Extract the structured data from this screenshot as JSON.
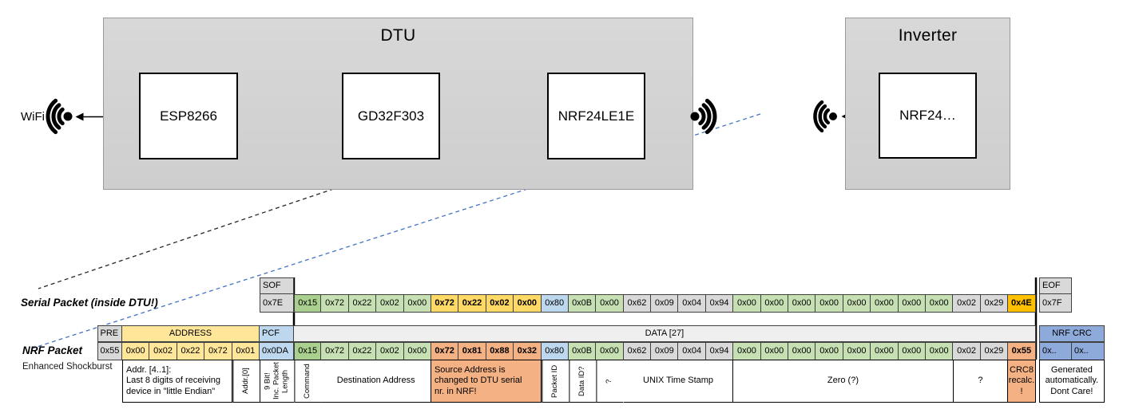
{
  "colors": {
    "orange_arrow": "#ED7D31",
    "green_arrow": "#70AD47",
    "blue_dash": "#4472C4",
    "black_dash": "#262626",
    "palette": {
      "g1": "#C6E0B4",
      "g2": "#A9D08E",
      "gold": "#FFD966",
      "amber": "#FFC000",
      "salmon": "#F4B183",
      "blue": "#BDD7EE",
      "bluem": "#8EAADB",
      "gray": "#D9D9D9",
      "graylt": "#EFEFEF",
      "yellow": "#FFE699",
      "white": "#FFFFFF"
    }
  },
  "diagram": {
    "wifi_label": "WiFi",
    "dtu": {
      "title": "DTU",
      "chips": [
        "ESP8266",
        "GD32F303",
        "NRF24LE1E"
      ]
    },
    "inverter": {
      "title": "Inverter",
      "chip": "NRF24…"
    }
  },
  "serial_packet": {
    "label": "Serial Packet (inside DTU!)",
    "sof": {
      "header": "SOF",
      "value": "0x7E"
    },
    "eof": {
      "header": "EOF",
      "value": "0x7F"
    },
    "bytes": [
      {
        "v": "0x15",
        "c": "g2"
      },
      {
        "v": "0x72",
        "c": "g1"
      },
      {
        "v": "0x22",
        "c": "g1"
      },
      {
        "v": "0x02",
        "c": "g1"
      },
      {
        "v": "0x00",
        "c": "g1"
      },
      {
        "v": "0x72",
        "c": "gold",
        "b": true
      },
      {
        "v": "0x22",
        "c": "gold",
        "b": true
      },
      {
        "v": "0x02",
        "c": "gold",
        "b": true
      },
      {
        "v": "0x00",
        "c": "gold",
        "b": true
      },
      {
        "v": "0x80",
        "c": "blue"
      },
      {
        "v": "0x0B",
        "c": "g1"
      },
      {
        "v": "0x00",
        "c": "g1"
      },
      {
        "v": "0x62",
        "c": "gray"
      },
      {
        "v": "0x09",
        "c": "gray"
      },
      {
        "v": "0x04",
        "c": "gray"
      },
      {
        "v": "0x94",
        "c": "gray"
      },
      {
        "v": "0x00",
        "c": "g1"
      },
      {
        "v": "0x00",
        "c": "g1"
      },
      {
        "v": "0x00",
        "c": "g1"
      },
      {
        "v": "0x00",
        "c": "g1"
      },
      {
        "v": "0x00",
        "c": "g1"
      },
      {
        "v": "0x00",
        "c": "g1"
      },
      {
        "v": "0x00",
        "c": "g1"
      },
      {
        "v": "0x00",
        "c": "g1"
      },
      {
        "v": "0x02",
        "c": "gray"
      },
      {
        "v": "0x29",
        "c": "gray"
      },
      {
        "v": "0x4E",
        "c": "amber",
        "b": true
      }
    ]
  },
  "nrf_packet": {
    "label": "NRF Packet",
    "sublabel": "Enhanced Shockburst",
    "pre": {
      "header": "PRE",
      "value": "0x55"
    },
    "address": {
      "header": "ADDRESS",
      "values": [
        "0x00",
        "0x02",
        "0x22",
        "0x72",
        "0x01"
      ]
    },
    "pcf": {
      "header": "PCF",
      "value": "0x0DA"
    },
    "data_header": "DATA [27]",
    "bytes": [
      {
        "v": "0x15",
        "c": "g2"
      },
      {
        "v": "0x72",
        "c": "g1"
      },
      {
        "v": "0x22",
        "c": "g1"
      },
      {
        "v": "0x02",
        "c": "g1"
      },
      {
        "v": "0x00",
        "c": "g1"
      },
      {
        "v": "0x72",
        "c": "salmon",
        "b": true
      },
      {
        "v": "0x81",
        "c": "salmon",
        "b": true
      },
      {
        "v": "0x88",
        "c": "salmon",
        "b": true
      },
      {
        "v": "0x32",
        "c": "salmon",
        "b": true
      },
      {
        "v": "0x80",
        "c": "blue"
      },
      {
        "v": "0x0B",
        "c": "g1"
      },
      {
        "v": "0x00",
        "c": "g1"
      },
      {
        "v": "0x62",
        "c": "gray"
      },
      {
        "v": "0x09",
        "c": "gray"
      },
      {
        "v": "0x04",
        "c": "gray"
      },
      {
        "v": "0x94",
        "c": "gray"
      },
      {
        "v": "0x00",
        "c": "g1"
      },
      {
        "v": "0x00",
        "c": "g1"
      },
      {
        "v": "0x00",
        "c": "g1"
      },
      {
        "v": "0x00",
        "c": "g1"
      },
      {
        "v": "0x00",
        "c": "g1"
      },
      {
        "v": "0x00",
        "c": "g1"
      },
      {
        "v": "0x00",
        "c": "g1"
      },
      {
        "v": "0x00",
        "c": "g1"
      },
      {
        "v": "0x02",
        "c": "gray"
      },
      {
        "v": "0x29",
        "c": "gray"
      },
      {
        "v": "0x55",
        "c": "salmon",
        "b": true
      }
    ],
    "crc": {
      "header": "NRF CRC",
      "values": [
        "0x..",
        "0x.."
      ]
    }
  },
  "annotations": [
    {
      "name": "note-addr-4-1",
      "text": "Addr. [4..1]:\nLast 8 digits of receiving\ndevice in \"little Endian\"",
      "span": 4,
      "bg": "white",
      "align": "left"
    },
    {
      "name": "note-addr-0",
      "text": "Addr.[0]",
      "span": 1,
      "vertical": true,
      "bg": "white"
    },
    {
      "name": "note-pcf-length",
      "text": "9 Bit!\nInc. Packet\nLength",
      "col": "pcf",
      "vertical": true,
      "bg": "white"
    },
    {
      "name": "note-command",
      "text": "Command",
      "span": 1,
      "vertical": true,
      "bg": "white"
    },
    {
      "name": "note-destination-address",
      "text": "Destination Address",
      "span": 4,
      "bg": "white"
    },
    {
      "name": "note-source-address",
      "text": "Source Address is\nchanged to DTU serial\nnr. in NRF!",
      "span": 4,
      "bg": "salmon",
      "align": "left"
    },
    {
      "name": "note-packet-id",
      "text": "Packet ID",
      "span": 1,
      "vertical": true,
      "bg": "white"
    },
    {
      "name": "note-data-id",
      "text": "Data ID?",
      "span": 1,
      "vertical": true,
      "bg": "white"
    },
    {
      "name": "note-question-1",
      "text": "?",
      "span": 1,
      "vertical": true,
      "bg": "white"
    },
    {
      "name": "note-unix-time",
      "text": "UNIX Time Stamp",
      "span": 4,
      "bg": "white"
    },
    {
      "name": "note-zero",
      "text": "Zero (?)",
      "span": 8,
      "bg": "white"
    },
    {
      "name": "note-question-2",
      "text": "?",
      "span": 2,
      "bg": "white"
    },
    {
      "name": "note-crc8",
      "text": "CRC8\nrecalc.\n!",
      "span": 1,
      "bg": "salmon"
    },
    {
      "name": "note-nrf-crc",
      "text": "Generated\nautomatically.\nDont Care!",
      "col": "crc",
      "bg": "white",
      "gap": true
    }
  ]
}
